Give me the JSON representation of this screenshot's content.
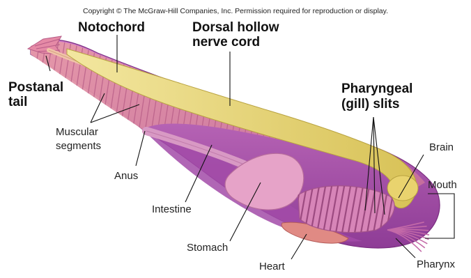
{
  "copyright": "Copyright © The McGraw-Hill Companies, Inc. Permission required for reproduction or display.",
  "labels": {
    "notochord": "Notochord",
    "dorsal_line1": "Dorsal hollow",
    "dorsal_line2": "nerve cord",
    "postanal_line1": "Postanal",
    "postanal_line2": "tail",
    "muscular_line1": "Muscular",
    "muscular_line2": "segments",
    "pharyngeal_line1": "Pharyngeal",
    "pharyngeal_line2": "(gill) slits",
    "brain": "Brain",
    "mouth": "Mouth",
    "anus": "Anus",
    "intestine": "Intestine",
    "stomach": "Stomach",
    "heart": "Heart",
    "pharynx": "Pharynx"
  },
  "colors": {
    "body": "#b45cb8",
    "muscle": "#d88aa6",
    "nerve_cord": "#e8d77a",
    "stomach": "#e6a3c8",
    "heart": "#e08a84"
  }
}
